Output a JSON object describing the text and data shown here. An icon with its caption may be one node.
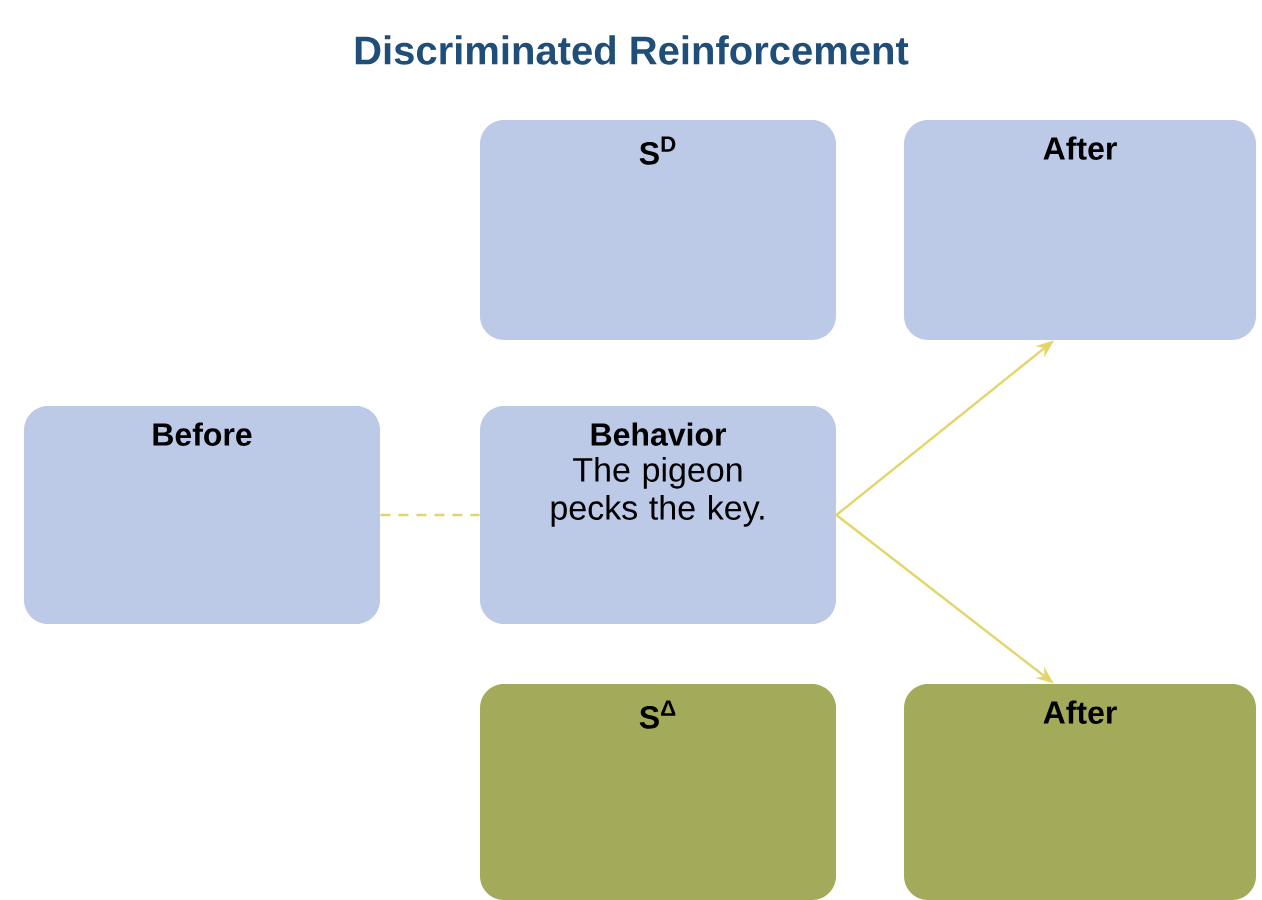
{
  "diagram": {
    "title": "Discriminated Reinforcement",
    "nodes": [
      {
        "text": [
          "S$^{D}$"
        ]
      },
      {
        "text": [
          "After"
        ]
      },
      {
        "text": [
          "Before"
        ]
      },
      {
        "text": [
          "Behavior",
          "The pigeon pecks the key."
        ]
      },
      {
        "text": [
          "S$^{Δ}$"
        ]
      },
      {
        "text": [
          "After"
        ]
      }
    ],
    "edges": [
      {
        "from": 2,
        "to": 3,
        "arrow": "none",
        "style": "dashed"
      },
      {
        "from": 3,
        "to": 1,
        "arrow": "to"
      },
      {
        "from": 3,
        "to": 5,
        "arrow": "to"
      }
    ]
  }
}
